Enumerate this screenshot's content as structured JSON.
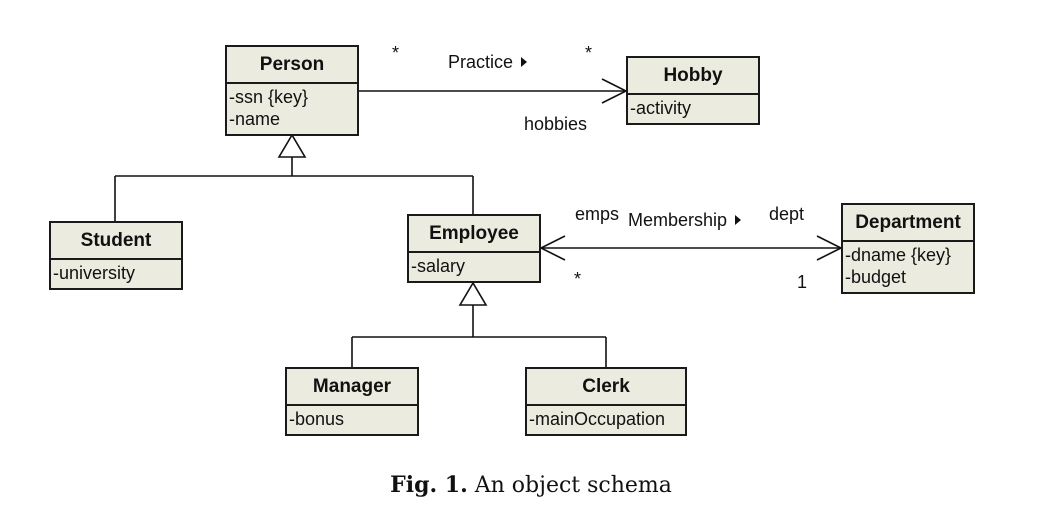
{
  "classes": {
    "person": {
      "name": "Person",
      "attributes": [
        "-ssn {key}",
        "-name"
      ]
    },
    "hobby": {
      "name": "Hobby",
      "attributes": [
        "-activity"
      ]
    },
    "student": {
      "name": "Student",
      "attributes": [
        "-university"
      ]
    },
    "employee": {
      "name": "Employee",
      "attributes": [
        "-salary"
      ]
    },
    "department": {
      "name": "Department",
      "attributes": [
        "-dname {key}",
        "-budget"
      ]
    },
    "manager": {
      "name": "Manager",
      "attributes": [
        "-bonus"
      ]
    },
    "clerk": {
      "name": "Clerk",
      "attributes": [
        "-mainOccupation"
      ]
    }
  },
  "associations": {
    "practice": {
      "name": "Practice",
      "source_multiplicity": "*",
      "target_multiplicity": "*",
      "target_role": "hobbies"
    },
    "membership": {
      "name": "Membership",
      "source_role": "emps",
      "target_role": "dept",
      "source_multiplicity": "*",
      "target_multiplicity": "1"
    }
  },
  "caption": {
    "label": "Fig. 1.",
    "text": "An object schema"
  }
}
